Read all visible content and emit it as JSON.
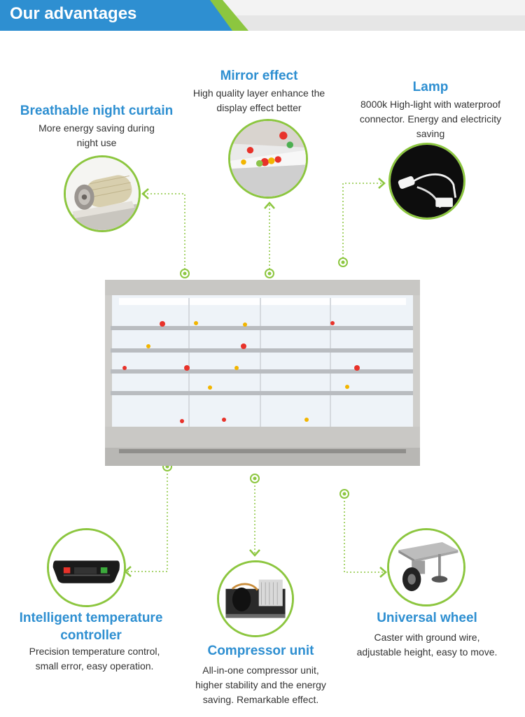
{
  "header": {
    "title": "Our advantages"
  },
  "colors": {
    "accent_blue": "#2e8fd1",
    "accent_green": "#8cc63f",
    "header_gray": "#e6e6e6"
  },
  "features": {
    "curtain": {
      "title": "Breathable night curtain",
      "desc_line1": "More energy saving during",
      "desc_line2": "night use",
      "icon": "roller-curtain-icon"
    },
    "mirror": {
      "title": "Mirror effect",
      "desc_line1": "High quality layer enhance the",
      "desc_line2": "display effect better",
      "icon": "mirror-shelf-icon"
    },
    "lamp": {
      "title": "Lamp",
      "desc_line1": "8000k High-light with waterproof",
      "desc_line2": "connector. Energy and electricity",
      "desc_line3": "saving",
      "icon": "led-connector-icon"
    },
    "controller": {
      "title_line1": "Intelligent temperature",
      "title_line2": "controller",
      "desc_line1": "Precision temperature control,",
      "desc_line2": "small error, easy operation.",
      "icon": "controller-panel-icon"
    },
    "compressor": {
      "title": "Compressor unit",
      "desc_line1": "All-in-one compressor unit,",
      "desc_line2": "higher stability and the energy",
      "desc_line3": "saving. Remarkable effect.",
      "icon": "compressor-icon"
    },
    "wheel": {
      "title": "Universal wheel",
      "desc_line1": "Caster with ground wire,",
      "desc_line2": "adjustable height, easy to move.",
      "icon": "caster-wheel-icon"
    }
  },
  "product": {
    "icon": "display-fridge-image"
  }
}
